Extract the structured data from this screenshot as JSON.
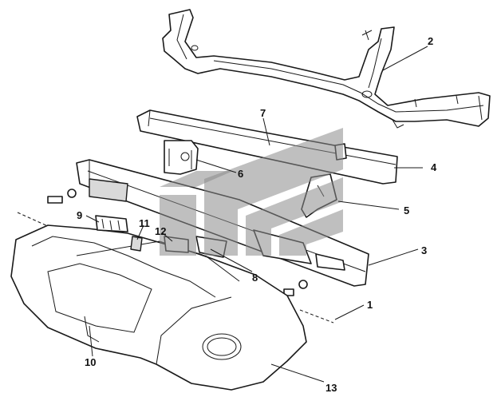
{
  "diagram": {
    "callouts": [
      "1",
      "2",
      "3",
      "4",
      "5",
      "6",
      "7",
      "8",
      "9",
      "10",
      "11",
      "12",
      "13"
    ]
  },
  "colors": {
    "line": "#1a1a1a",
    "watermark": "#8a8a8a",
    "background": "#ffffff"
  }
}
